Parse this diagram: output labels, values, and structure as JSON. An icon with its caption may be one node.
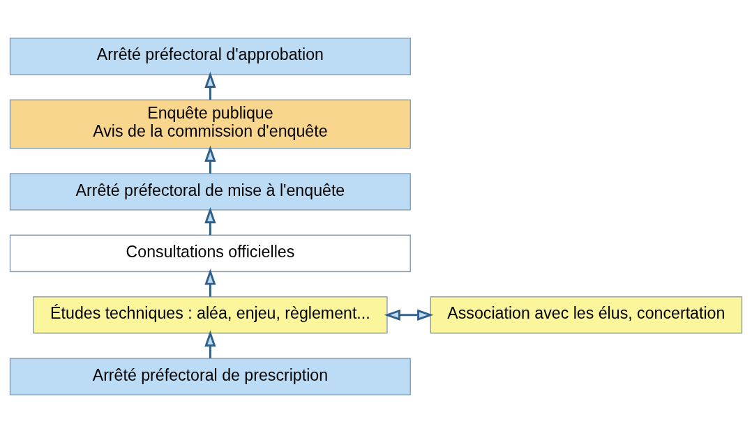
{
  "diagram": {
    "nodes": [
      {
        "text": [
          "Arrêté préfectoral de prescription"
        ]
      },
      {
        "text": [
          "Études techniques : aléa, enjeu, règlement..."
        ]
      },
      {
        "text": [
          "Association avec les élus, concertation"
        ]
      },
      {
        "text": [
          "Consultations officielles"
        ]
      },
      {
        "text": [
          "Arrêté préfectoral de mise à l'enquête"
        ]
      },
      {
        "text": [
          "Enquête publique",
          "Avis de la commission d'enquête"
        ]
      },
      {
        "text": [
          "Arrêté préfectoral d'approbation"
        ]
      }
    ],
    "edges": [
      {
        "from": 0,
        "to": 1,
        "arrow": "to"
      },
      {
        "from": 1,
        "to": 2,
        "arrow": "both"
      },
      {
        "from": 1,
        "to": 3,
        "arrow": "to"
      },
      {
        "from": 3,
        "to": 4,
        "arrow": "to"
      },
      {
        "from": 4,
        "to": 5,
        "arrow": "to"
      },
      {
        "from": 5,
        "to": 6,
        "arrow": "to"
      }
    ]
  }
}
